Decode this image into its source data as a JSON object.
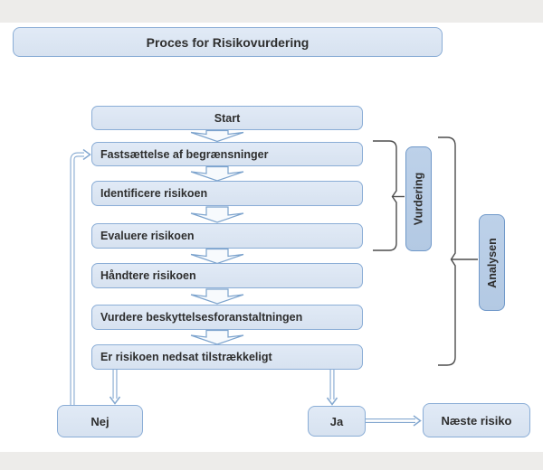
{
  "nodes": {
    "title": "Proces for Risikovurdering",
    "start": "Start",
    "steps": [
      "Fastsættelse af begrænsninger",
      "Identificere risikoen",
      "Evaluere risikoen",
      "Håndtere risikoen",
      "Vurdere beskyttelsesforanstaltningen",
      "Er risikoen nedsat tilstrækkeligt"
    ],
    "decision_no": "Nej",
    "decision_yes": "Ja",
    "next_risk": "Næste risiko",
    "group_vurdering": "Vurdering",
    "group_analysen": "Analysen"
  },
  "colors": {
    "box_fill": "#dbe5f1",
    "box_border": "#8aadd6",
    "group_box_fill": "#b8cce4",
    "group_box_border": "#6f98c9",
    "connector": "#84a8d0",
    "bracket": "#4d4d4d",
    "background": "#ffffff",
    "letterbox_gray": "#edecea",
    "text": "#2e2e2e"
  }
}
